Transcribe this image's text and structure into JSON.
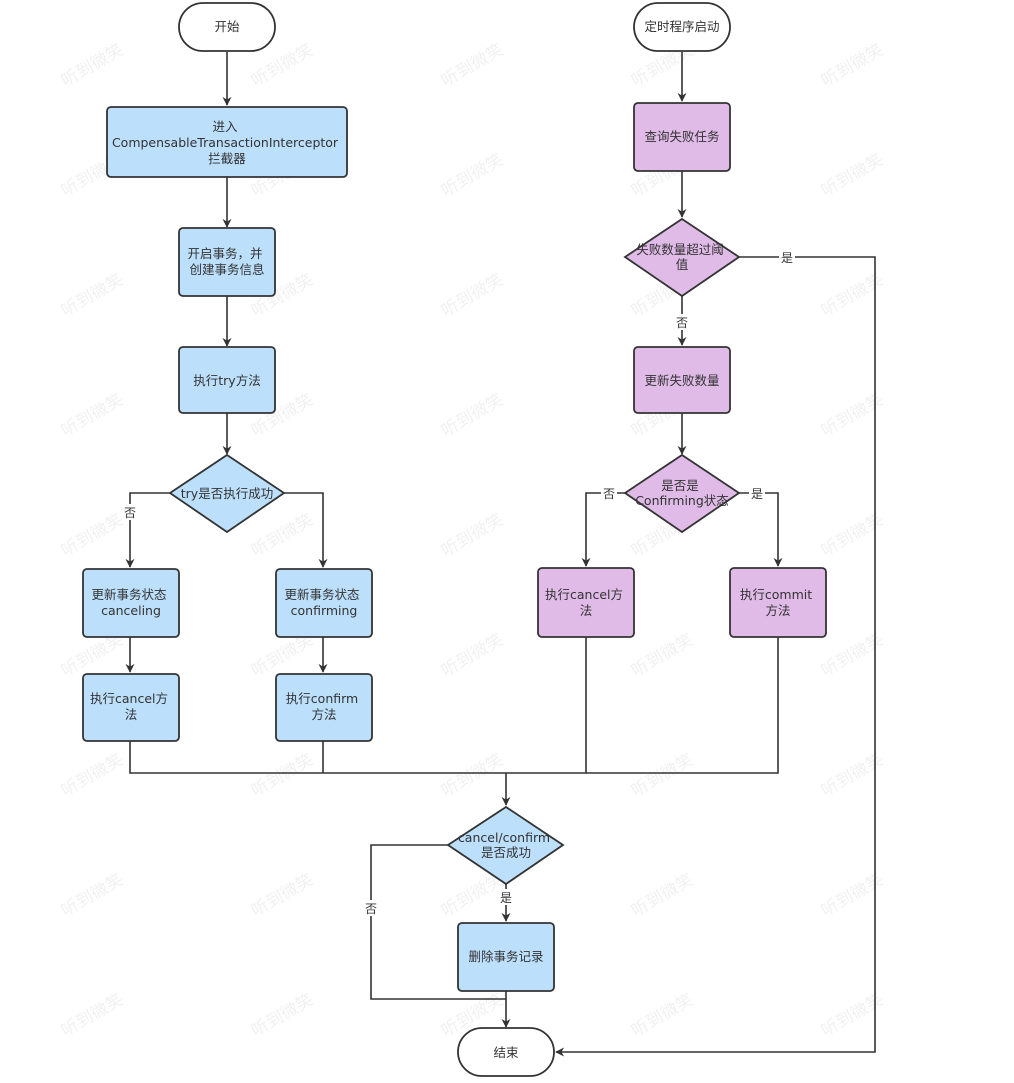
{
  "watermark_text": "听到微笑",
  "colors": {
    "blue_fill": "#bcdffb",
    "purple_fill": "#e0bbe8",
    "terminal_fill": "#ffffff",
    "stroke": "#333333",
    "edge": "#333333"
  },
  "nodes": {
    "start": {
      "lines": [
        "开始"
      ]
    },
    "intercept": {
      "lines": [
        "进入",
        "CompensableTransactionInterceptor",
        "拦截器"
      ]
    },
    "open_tx": {
      "lines": [
        "开启事务，并",
        "创建事务信息"
      ]
    },
    "exec_try": {
      "lines": [
        "执行try方法"
      ]
    },
    "try_success": {
      "lines": [
        "try是否执行成功"
      ]
    },
    "set_canceling": {
      "lines": [
        "更新事务状态",
        "canceling"
      ]
    },
    "set_confirming": {
      "lines": [
        "更新事务状态",
        "confirming"
      ]
    },
    "exec_cancel_left": {
      "lines": [
        "执行cancel方",
        "法"
      ]
    },
    "exec_confirm": {
      "lines": [
        "执行confirm",
        "方法"
      ]
    },
    "timer_start": {
      "lines": [
        "定时程序启动"
      ]
    },
    "query_failed": {
      "lines": [
        "查询失败任务"
      ]
    },
    "fail_over": {
      "lines": [
        "失败数量超过阈",
        "值"
      ]
    },
    "update_fail_count": {
      "lines": [
        "更新失败数量"
      ]
    },
    "is_confirming": {
      "lines": [
        "是否是",
        "Confirming状态"
      ]
    },
    "exec_cancel_right": {
      "lines": [
        "执行cancel方",
        "法"
      ]
    },
    "exec_commit": {
      "lines": [
        "执行commit",
        "方法"
      ]
    },
    "cc_success": {
      "lines": [
        "cancel/confirm",
        "是否成功"
      ]
    },
    "delete_record": {
      "lines": [
        "删除事务记录"
      ]
    },
    "end": {
      "lines": [
        "结束"
      ]
    }
  },
  "edge_labels": {
    "try_no": "否",
    "fail_over_yes": "是",
    "fail_over_no": "否",
    "confirming_no": "否",
    "confirming_yes": "是",
    "cc_yes": "是",
    "cc_no": "否"
  }
}
